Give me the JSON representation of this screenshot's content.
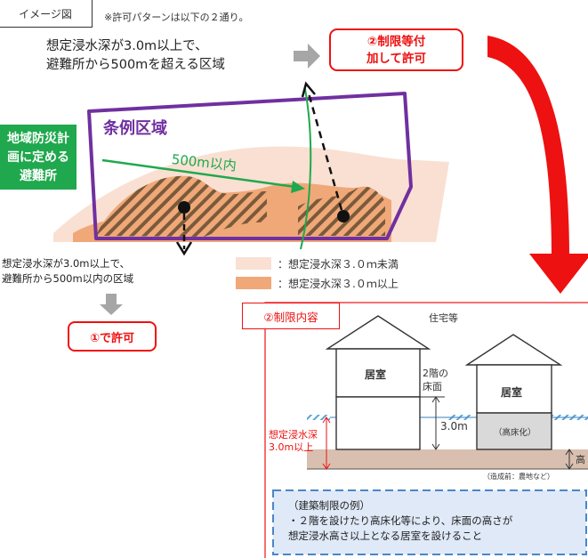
{
  "tag": "イメージ図",
  "note": "※許可パターンは以下の２通り。",
  "top_condition": [
    "想定浸水深が3.0m以上で、",
    "避難所から500mを超える区域"
  ],
  "permit2": [
    "②制限等付",
    "加して許可"
  ],
  "ordinance_area": "条例区域",
  "shelter_box": [
    "地域防災計",
    "画に定める",
    "避難所"
  ],
  "distance": "500m以内",
  "bottom_condition": [
    "想定浸水深が3.0m以上で、",
    "避難所から500m以内の区域"
  ],
  "permit1": "①で許可",
  "legend": [
    {
      "label": "：想定浸水深３.０ｍ未満",
      "color": "#f9e0d2"
    },
    {
      "label": "：想定浸水深３.０ｍ以上",
      "color": "#f0a878"
    }
  ],
  "panel": {
    "title": "②制限内容",
    "house_label": "住宅等",
    "room1": "居室",
    "room2": "居室",
    "floor2": [
      "2階の",
      "床面"
    ],
    "depth_value": "3.0m",
    "raised": "（高床化）",
    "depth_label": [
      "想定浸水深",
      "3.0m以上"
    ],
    "height_cut": "高",
    "ground_note": "（造成前：農地など）",
    "example": [
      "（建築制限の例）",
      "・２階を設けたり高床化等により、床面の高さが",
      "想定浸水高さ以上となる居室を設けること"
    ]
  },
  "colors": {
    "red": "#ee1111",
    "purple": "#7030a0",
    "green": "#1fa84d"
  }
}
